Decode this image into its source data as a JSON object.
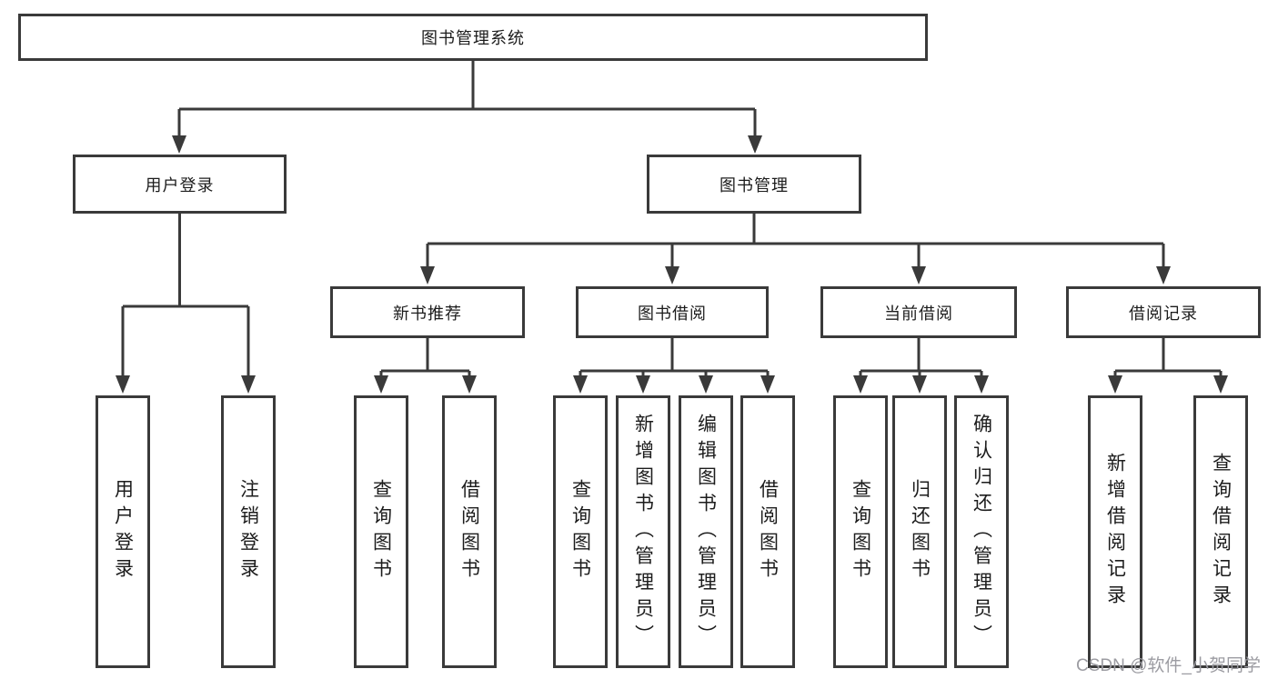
{
  "tree": {
    "root": "图书管理系统",
    "branches": [
      {
        "label": "用户登录",
        "children": [
          "用户登录",
          "注销登录"
        ]
      },
      {
        "label": "图书管理",
        "sections": [
          {
            "label": "新书推荐",
            "children": [
              "查询图书",
              "借阅图书"
            ]
          },
          {
            "label": "图书借阅",
            "children": [
              "查询图书",
              "新增图书（管理员）",
              "编辑图书（管理员）",
              "借阅图书"
            ]
          },
          {
            "label": "当前借阅",
            "children": [
              "查询图书",
              "归还图书",
              "确认归还（管理员）"
            ]
          },
          {
            "label": "借阅记录",
            "children": [
              "新增借阅记录",
              "查询借阅记录"
            ]
          }
        ]
      }
    ]
  },
  "watermark": "CSDN @软件_小贺同学",
  "colors": {
    "line": "#3a3a3a",
    "text": "#1c1c1c",
    "watermark": "#9c9ca2"
  }
}
